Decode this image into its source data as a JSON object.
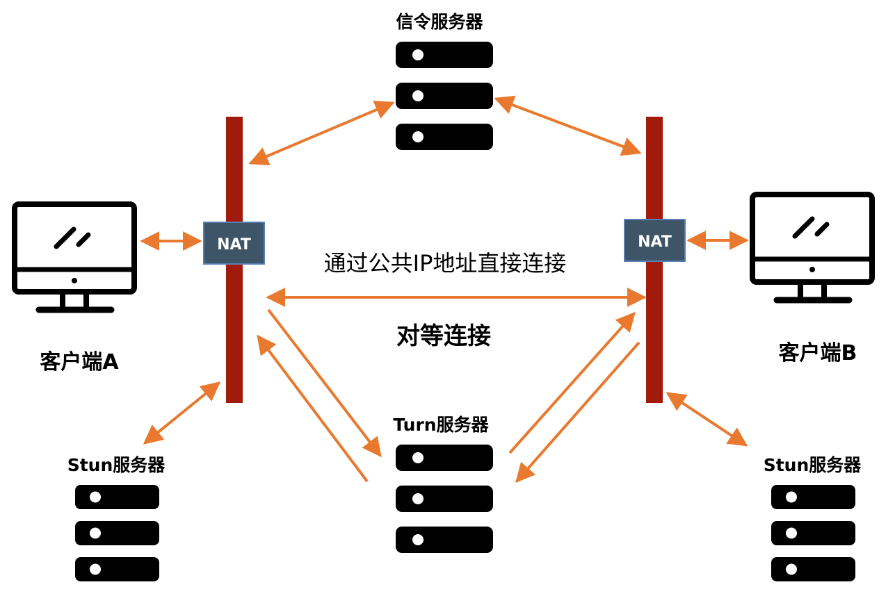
{
  "labels": {
    "signal_server": "信令服务器",
    "client_a": "客户端A",
    "client_b": "客户端B",
    "nat_left": "NAT",
    "nat_right": "NAT",
    "public_ip": "通过公共IP地址直接连接",
    "p2p": "对等连接",
    "turn_server": "Turn服务器",
    "stun_left": "Stun服务器",
    "stun_right": "Stun服务器"
  },
  "colors": {
    "arrow": "#e8792f",
    "nat_wall": "#a11b0c",
    "nat_box": "#3d5566",
    "nat_border": "#5b7fb3",
    "server": "#000000"
  },
  "icons": {
    "computer": "desktop-monitor-icon",
    "server": "server-rack-icon"
  }
}
